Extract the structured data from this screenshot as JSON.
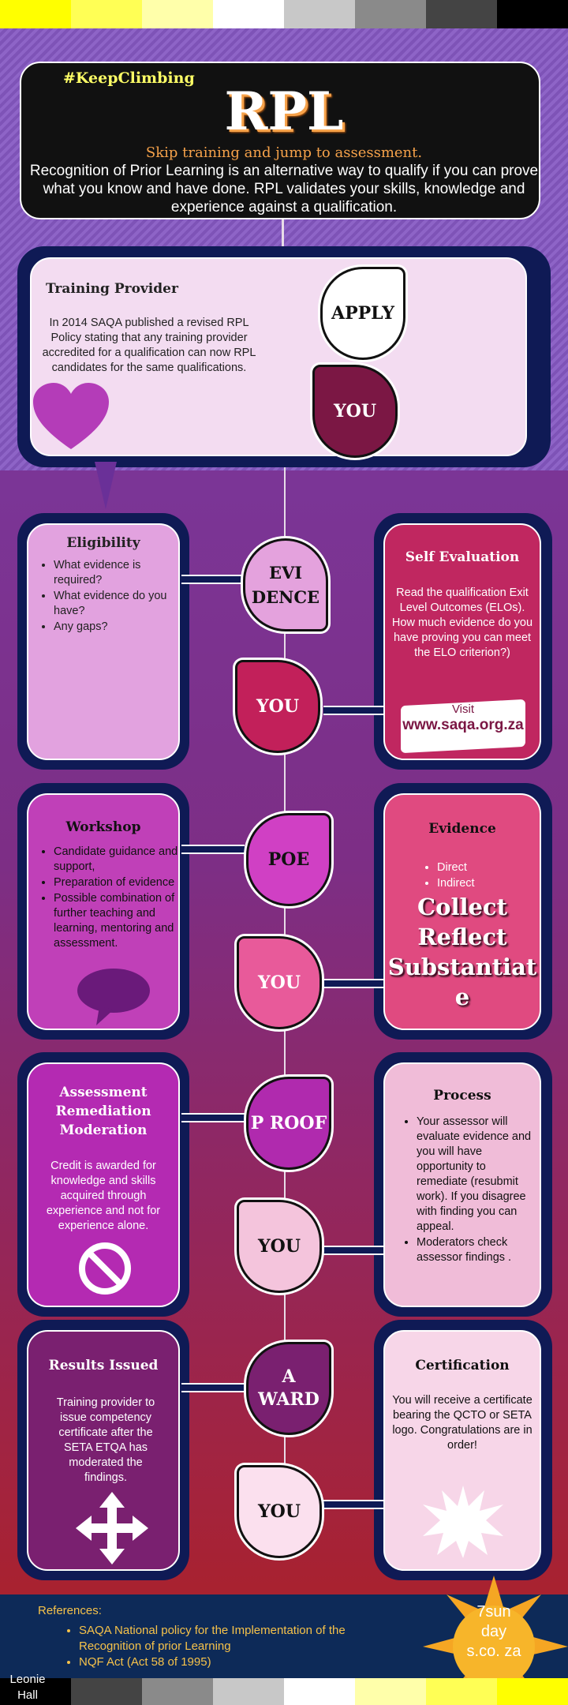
{
  "colors": {
    "accent_yellow": "#ffff66",
    "orange": "#f6a24a",
    "navy": "#0f1a55",
    "purple": "#7b3596",
    "crimson": "#a8222f"
  },
  "header": {
    "hashtag": "#KeepClimbing",
    "title": "RPL",
    "tagline": "Skip training and jump to assessment.",
    "intro": "Recognition of Prior Learning is an alternative way to qualify if you can prove what you know and have done. RPL validates your skills, knowledge and experience against a qualification."
  },
  "provider": {
    "title": "Training Provider",
    "text": "In 2014 SAQA published a revised RPL Policy stating that any training provider accredited for a qualification can now RPL candidates for the same qualifications.",
    "heart_icon": "heart-icon"
  },
  "steps": {
    "apply": "APPLY",
    "you": "YOU",
    "evidence": "EVI DENCE",
    "poe": "POE",
    "proof": "P ROOF",
    "award": "A WARD"
  },
  "eligibility": {
    "title": "Eligibility",
    "items": [
      "What evidence is required?",
      "What evidence do you have?",
      "Any gaps?"
    ]
  },
  "self_eval": {
    "title": "Self Evaluation",
    "text": "Read the qualification Exit Level Outcomes (ELOs). How much evidence do you have  proving you can meet the ELO criterion?)",
    "visit": "Visit",
    "url": "www.saqa.org.za"
  },
  "workshop": {
    "title": "Workshop",
    "items": [
      "Candidate guidance and support,",
      "Preparation of evidence",
      "Possible combination of further teaching and learning, mentoring and assessment."
    ],
    "icon": "speech-bubble-icon"
  },
  "evidence": {
    "title": "Evidence",
    "items": [
      "Direct",
      "Indirect"
    ],
    "big_words": [
      "Collect",
      "Reflect",
      "Substantiate"
    ]
  },
  "assessment": {
    "title": "Assessment Remediation Moderation",
    "text": "Credit is awarded for knowledge and skills acquired through experience and not for experience alone.",
    "icon": "no-entry-icon"
  },
  "process": {
    "title": "Process",
    "items": [
      "Your assessor will evaluate evidence and you will have opportunity to remediate (resubmit work). If you disagree with finding you can appeal.",
      "Moderators check assessor findings ."
    ]
  },
  "results": {
    "title": "Results Issued",
    "text": "Training provider to issue  competency certificate after the SETA ETQA has moderated the findings.",
    "icon": "move-arrows-icon"
  },
  "certification": {
    "title": "Certification",
    "text": "You will receive a certificate bearing the QCTO or SETA logo. Congratulations are in order!",
    "icon": "starburst-icon"
  },
  "references": {
    "heading": "References:",
    "items": [
      "SAQA National policy for the Implementation of the Recognition of prior Learning",
      "NQF Act (Act 58 of 1995)"
    ]
  },
  "author": "Leonie Hall",
  "sun_badge": "7sun day s.co. za"
}
